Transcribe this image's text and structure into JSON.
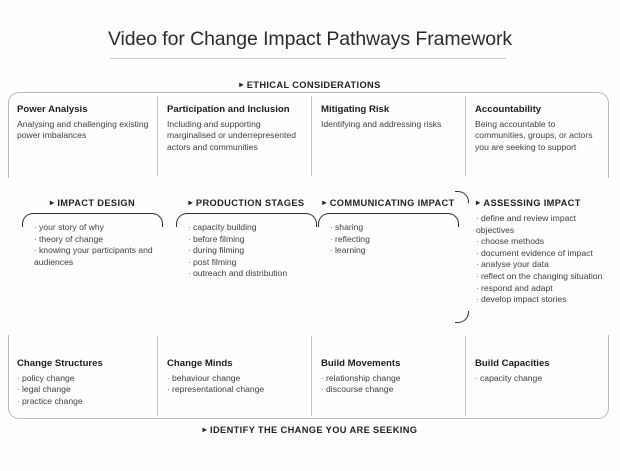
{
  "title": "Video for Change Impact Pathways Framework",
  "markers": {
    "triangle": "▸"
  },
  "colors": {
    "text": "#3d3d3d",
    "heading": "#1d1d1d",
    "brace": "#2e2e2e",
    "box_border": "#b9b9b9",
    "rule": "#c9c9c9"
  },
  "banners": {
    "top": "ETHICAL CONSIDERATIONS",
    "bottom": "IDENTIFY THE CHANGE YOU ARE SEEKING"
  },
  "ethical_row": [
    {
      "title": "Power Analysis",
      "body": "Analysing and challenging existing power imbalances"
    },
    {
      "title": "Participation and Inclusion",
      "body": "Including and supporting marginalised or underrepresented actors and communities"
    },
    {
      "title": "Mitigating Risk",
      "body": "Identifying and addressing risks"
    },
    {
      "title": "Accountability",
      "body": "Being accountable to communities, groups, or actors you are seeking to support"
    }
  ],
  "pathway_row": [
    {
      "heading": "IMPACT DESIGN",
      "items": [
        "your story of why",
        "theory of change",
        "knowing your participants and audiences"
      ]
    },
    {
      "heading": "PRODUCTION STAGES",
      "items": [
        "capacity building",
        "before filming",
        "during filming",
        "post filming",
        "outreach and distribution"
      ]
    },
    {
      "heading": "COMMUNICATING IMPACT",
      "items": [
        "sharing",
        "reflecting",
        "learning"
      ]
    },
    {
      "heading": "ASSESSING IMPACT",
      "items": [
        "define and review impact objectives",
        "choose methods",
        "document evidence of impact",
        "analyse your data",
        "reflect on the changing situation",
        "respond and adapt",
        "develop impact stories"
      ]
    }
  ],
  "change_row": [
    {
      "title": "Change Structures",
      "items": [
        "policy change",
        "legal change",
        "practice change"
      ]
    },
    {
      "title": "Change Minds",
      "items": [
        "behaviour change",
        "representational change"
      ]
    },
    {
      "title": "Build Movements",
      "items": [
        "relationship change",
        "discourse change"
      ]
    },
    {
      "title": "Build Capacities",
      "items": [
        "capacity change"
      ]
    }
  ]
}
